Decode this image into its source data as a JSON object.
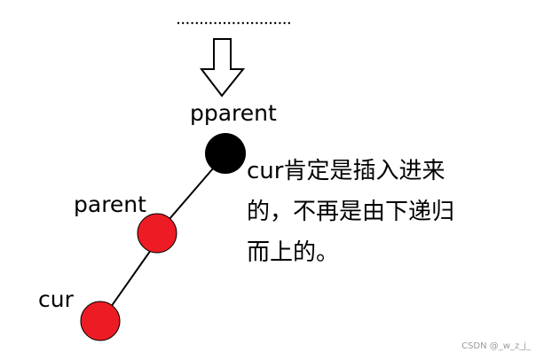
{
  "diagram": {
    "ellipsis": "……………………",
    "labels": {
      "pparent": "pparent",
      "parent": "parent",
      "cur": "cur"
    },
    "note_lines": [
      "cur肯定是插入进来",
      "的，不再是由下递归",
      "而上的。"
    ],
    "watermark": "CSDN @_w_z_j_",
    "colors": {
      "black_node": "#000000",
      "red_node": "#ed1c24",
      "edge": "#000000",
      "arrow_fill": "#ffffff"
    }
  }
}
